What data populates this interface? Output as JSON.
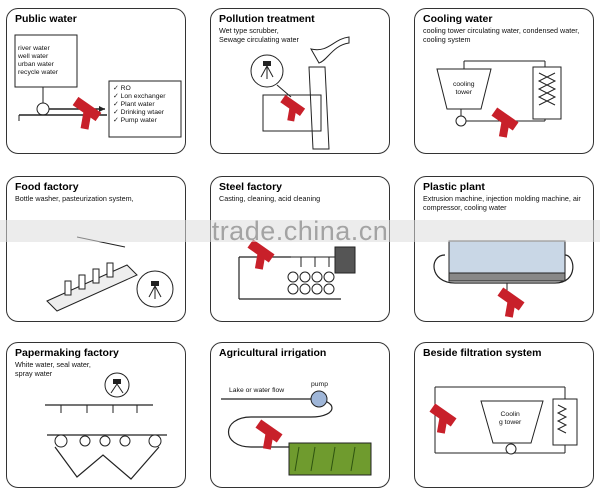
{
  "panels": [
    {
      "id": "public-water",
      "title": "Public water",
      "sub": "",
      "sources": [
        "river water",
        "well water",
        "urban water",
        "recycle water"
      ],
      "uses": [
        "✓ RO",
        "✓ Lon exchanger",
        "✓ Plant water",
        "✓ Drinking wtaer",
        "✓ Pump water"
      ]
    },
    {
      "id": "pollution-treatment",
      "title": "Pollution treatment",
      "sub": "Wet type scrubber,\nSewage circulating water"
    },
    {
      "id": "cooling-water",
      "title": "Cooling water",
      "sub": "cooling tower circulating water, condensed water, cooling system",
      "inner_label": "cooling\ntower"
    },
    {
      "id": "food-factory",
      "title": "Food factory",
      "sub": "Bottle washer, pasteurization system,"
    },
    {
      "id": "steel-factory",
      "title": "Steel factory",
      "sub": "Casting, cleaning, acid cleaning"
    },
    {
      "id": "plastic-plant",
      "title": "Plastic plant",
      "sub": "Extrusion machine, injection molding machine, air compressor, cooling water"
    },
    {
      "id": "papermaking-factory",
      "title": "Papermaking factory",
      "sub": "White water, seal water,\nspray water"
    },
    {
      "id": "agricultural-irrigation",
      "title": "Agricultural irrigation",
      "sub": "",
      "flow_label": "Lake or water flow",
      "pump_label": "pump"
    },
    {
      "id": "beside-filtration",
      "title": "Beside filtration system",
      "sub": "",
      "inner_label": "Coolin\ng tower"
    }
  ],
  "watermark": "trade.china.cn",
  "colors": {
    "filter": "#c8202a",
    "line": "#222",
    "panel_border": "#333"
  }
}
